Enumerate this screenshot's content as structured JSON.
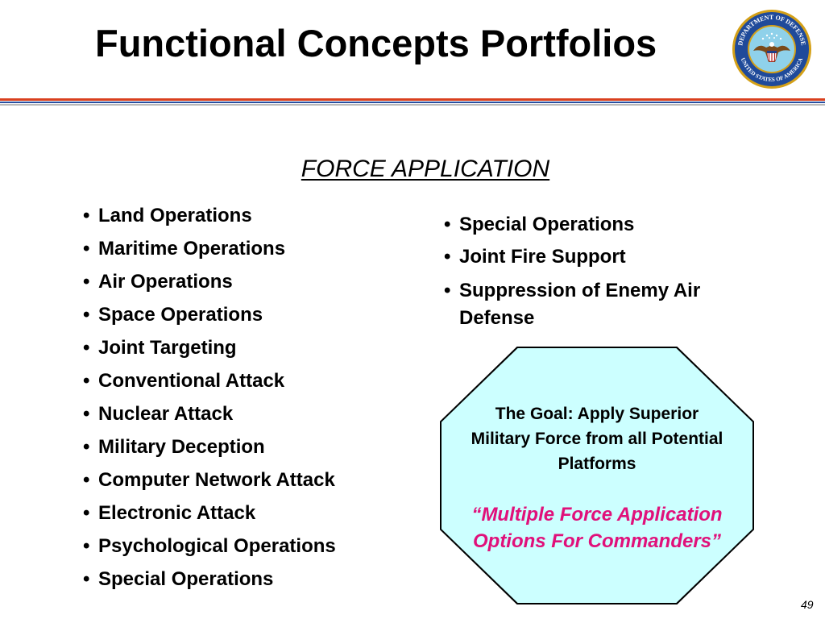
{
  "slide": {
    "title": "Functional Concepts Portfolios",
    "section_heading": "FORCE APPLICATION",
    "left_items": [
      "Land Operations",
      "Maritime Operations",
      "Air Operations",
      "Space Operations",
      "Joint Targeting",
      "Conventional Attack",
      "Nuclear Attack",
      "Military Deception",
      "Computer Network Attack",
      "Electronic Attack",
      "Psychological Operations",
      "Special Operations"
    ],
    "right_items": [
      "Special Operations",
      "Joint Fire Support",
      "Suppression of Enemy Air Defense"
    ],
    "goal": {
      "text": "The Goal:  Apply Superior Military Force from all Potential Platforms",
      "quote": "“Multiple Force Application Options For Commanders”"
    },
    "page_number": "49"
  },
  "seal": {
    "icon": "department-of-defense-seal-icon",
    "text_top": "DEPARTMENT OF DEFENSE",
    "text_bottom": "UNITED STATES OF AMERICA"
  },
  "colors": {
    "rule_red": "#d9401e",
    "rule_blue": "#2a4fa0",
    "octagon_fill": "#ccffff",
    "quote": "#e0107a",
    "seal_blue": "#1f4a9a",
    "seal_gold": "#d4a017"
  }
}
